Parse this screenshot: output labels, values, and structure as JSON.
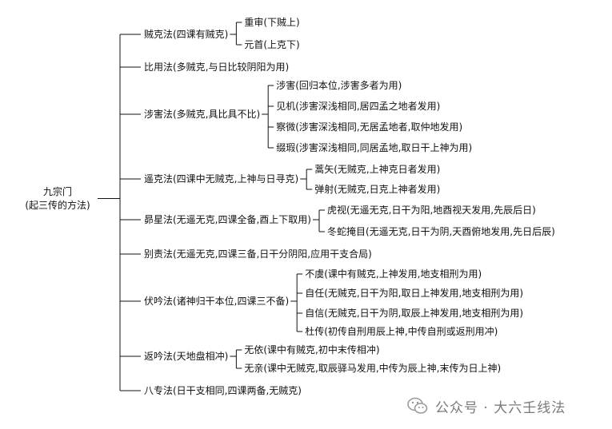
{
  "root": {
    "line1": "九宗门",
    "line2": "(起三传的方法)"
  },
  "methods": [
    {
      "label": "贼克法(四课有贼克)",
      "children": [
        "重审(下贼上)",
        "元首(上克下)"
      ]
    },
    {
      "label": "比用法(多贼克,与日比较阴阳为用)",
      "children": []
    },
    {
      "label": "涉害法(多贼克,具比具不比)",
      "children": [
        "涉害(回归本位,涉害多者为用)",
        "见机(涉害深浅相同,居四孟之地者发用)",
        "察微(涉害深浅相同,无居孟地者,取仲地发用)",
        "缀瑕(涉害深浅相同,同居孟地,取日干上神为用)"
      ]
    },
    {
      "label": "遥克法(四课中无贼克,上神与日寻克)",
      "children": [
        "蒿矢(无贼克,上神克日者发用)",
        "弹射(无贼克,日克上神者发用)"
      ]
    },
    {
      "label": "昴星法(无遥无克,四课全备,酉上下取用)",
      "children": [
        "虎视(无遥无克,日干为阳,地酉视天发用,先辰后日)",
        "冬蛇掩目(无遥无克,日干为阴,天酉俯地发用,先日后辰)"
      ]
    },
    {
      "label": "别责法(无遥无克,四课三备,日干分阴阳,应用干支合局)",
      "children": []
    },
    {
      "label": "伏吟法(诸神归干本位,四课三不备)",
      "children": [
        "不虞(课中有贼克,上神发用,地支相刑为用)",
        "自任(无贼克,日干为阳,取日上神发用,地支相刑为用)",
        "自信(无贼克,日干为阴,取辰上神发用,地支相刑为用)",
        "杜传(初传自刑用辰上神,中传自刑或返刑用冲)"
      ]
    },
    {
      "label": "返吟法(天地盘相冲)",
      "children": [
        "无依(课中有贼克,初中末传相冲)",
        "无亲(课中无贼克,取辰驿马发用,中传为辰上神,末传为日上神)"
      ]
    },
    {
      "label": "八专法(日干支相同,四课两备,无贼克)",
      "children": []
    }
  ],
  "watermark": {
    "text": "公众号 · 大六壬线法",
    "logo_icon": "wechat-logo-icon"
  }
}
